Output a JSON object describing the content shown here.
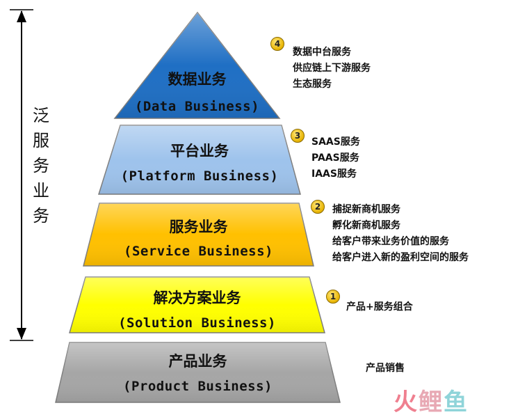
{
  "side_label": "泛服务业务",
  "tiers": [
    {
      "cn": "数据业务",
      "en": "(Data Business)",
      "color": "#1f6fc4"
    },
    {
      "cn": "平台业务",
      "en": "(Platform Business)",
      "color": "#9ec3ec"
    },
    {
      "cn": "服务业务",
      "en": "(Service Business)",
      "color": "#ffc000"
    },
    {
      "cn": "解决方案业务",
      "en": "(Solution Business)",
      "color": "#ffff00"
    },
    {
      "cn": "产品业务",
      "en": "(Product Business)",
      "color": "#a6a6a6"
    }
  ],
  "annotations": [
    {
      "badge": "4",
      "lines": [
        "数据中台服务",
        "供应链上下游服务",
        "生态服务"
      ]
    },
    {
      "badge": "3",
      "lines": [
        "SAAS服务",
        "PAAS服务",
        "IAAS服务"
      ]
    },
    {
      "badge": "2",
      "lines": [
        "捕捉新商机服务",
        "孵化新商机服务",
        "给客户带来业务价值的服务",
        "给客户进入新的盈利空间的服务"
      ]
    },
    {
      "badge": "1",
      "lines": [
        "产品+服务组合"
      ]
    },
    {
      "badge": "",
      "lines": [
        "产品销售"
      ]
    }
  ],
  "watermark": {
    "part1": "火",
    "part2": "鲤",
    "part3": "鱼"
  }
}
